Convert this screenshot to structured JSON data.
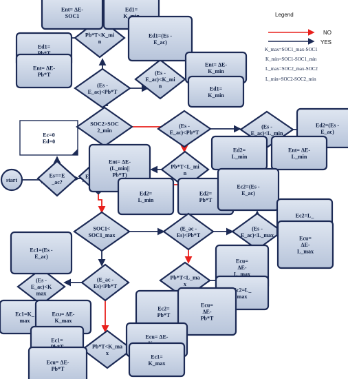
{
  "legend": {
    "title": "Legend",
    "no": "NO",
    "yes": "YES",
    "defs": [
      "K_max=SOC1_max-SOC1",
      "K_min=SOC1-SOC1_min",
      "L_max=SOC2_max-SOC2",
      "L_min=SOC2-SOC2_min"
    ]
  },
  "colors": {
    "box": "#c9d3e3",
    "stroke": "#1c2a55",
    "yes_arrow": "#1c2a55",
    "no_arrow": "#e8201c"
  },
  "nodes": [
    {
      "id": "start",
      "shape": "circle",
      "lines": [
        "start"
      ]
    },
    {
      "id": "init",
      "shape": "rect",
      "lines": [
        "Ec=0",
        "Ed=0"
      ]
    },
    {
      "id": "d_es_eq",
      "shape": "diamond",
      "lines": [
        "Es==E",
        "_ac?"
      ]
    },
    {
      "id": "d_es_gt",
      "shape": "diamond",
      "lines": [
        "Es > E_ac?"
      ]
    },
    {
      "id": "d_soc2",
      "shape": "diamond",
      "lines": [
        "SOC2>SOC",
        "2_min"
      ]
    },
    {
      "id": "d_es_k1",
      "shape": "diamond",
      "lines": [
        "(Es -",
        "E_ac)<Pb*T"
      ]
    },
    {
      "id": "d_pb_kmin",
      "shape": "diamond",
      "lines": [
        "Pb*T<K_mi",
        "n"
      ]
    },
    {
      "id": "r_ent_soc1",
      "shape": "rect",
      "lines": [
        "Ent= ΔE-",
        "SOC1"
      ]
    },
    {
      "id": "r_ed1_kmin_top",
      "shape": "rect",
      "lines": [
        "Ed1=",
        "K_min"
      ]
    },
    {
      "id": "r_ed1_pb",
      "shape": "rect",
      "lines": [
        "Ed1=",
        "Pb*T"
      ]
    },
    {
      "id": "r_ent_pb",
      "shape": "rect",
      "lines": [
        "Ent= ΔE-",
        "Pb*T"
      ]
    },
    {
      "id": "d_es_kmin",
      "shape": "diamond",
      "lines": [
        "(Es -",
        "E_ac)<K_mi",
        "n"
      ]
    },
    {
      "id": "r_ed1_esac",
      "shape": "rect",
      "lines": [
        "Ed1=(Es -",
        "E_ac)"
      ]
    },
    {
      "id": "r_ent_kmin",
      "shape": "rect",
      "lines": [
        "Ent= ΔE-",
        "K_min"
      ]
    },
    {
      "id": "r_ed1_kmin",
      "shape": "rect",
      "lines": [
        "Ed1=",
        "K_min"
      ]
    },
    {
      "id": "d_es_pb2",
      "shape": "diamond",
      "lines": [
        "(Es -",
        "E_ac)<Pb*T"
      ]
    },
    {
      "id": "d_es_lmin",
      "shape": "diamond",
      "lines": [
        "(Es -",
        "E_ac)<L_min"
      ]
    },
    {
      "id": "r_ed2_esac",
      "shape": "rect",
      "lines": [
        "Ed2=(Es -",
        "E_ac)"
      ]
    },
    {
      "id": "r_ed2_lmin_a",
      "shape": "rect",
      "lines": [
        "Ed2=",
        "L_min"
      ]
    },
    {
      "id": "r_ent_lmin",
      "shape": "rect",
      "lines": [
        "Ent= ΔE-",
        "L_min"
      ]
    },
    {
      "id": "d_pb_lmin",
      "shape": "diamond",
      "lines": [
        "Pb*T<L_mi",
        "n"
      ]
    },
    {
      "id": "r_ent_lminpb",
      "shape": "rect",
      "lines": [
        "Ent= ΔE-",
        "(L_min||",
        "Pb*T)"
      ]
    },
    {
      "id": "r_ed2_lmin_b",
      "shape": "rect",
      "lines": [
        "Ed2=",
        "L_min"
      ]
    },
    {
      "id": "r_ed2_pb",
      "shape": "rect",
      "lines": [
        "Ed2=",
        "Pb*T"
      ]
    },
    {
      "id": "d_soc1",
      "shape": "diamond",
      "lines": [
        "SOC1<",
        "SOC1_max"
      ]
    },
    {
      "id": "d_eac_pb",
      "shape": "diamond",
      "lines": [
        "(E_ac -",
        "Es)<Pb*T"
      ]
    },
    {
      "id": "d_es_lmax",
      "shape": "diamond",
      "lines": [
        "(Es -",
        "E_ac)<L_max"
      ]
    },
    {
      "id": "r_ec2_esac",
      "shape": "rect",
      "lines": [
        "Ec2=(Es -",
        "E_ac)"
      ]
    },
    {
      "id": "r_ec2_lmax_a",
      "shape": "rect",
      "lines": [
        "Ec2=L_",
        "max"
      ]
    },
    {
      "id": "r_ecu_lmax",
      "shape": "rect",
      "lines": [
        "Ecu=",
        "ΔE-",
        "L_max"
      ]
    },
    {
      "id": "d_pb_lmax",
      "shape": "diamond",
      "lines": [
        "Pb*T<L_ma",
        "x"
      ]
    },
    {
      "id": "r_ecu_lmax2",
      "shape": "rect",
      "lines": [
        "Ecu=",
        "ΔE-",
        "L_max"
      ]
    },
    {
      "id": "r_ec2_lmax_b",
      "shape": "rect",
      "lines": [
        "Ec2=L_",
        "max"
      ]
    },
    {
      "id": "r_ec2_pb",
      "shape": "rect",
      "lines": [
        "Ec2=",
        "Pb*T"
      ]
    },
    {
      "id": "r_ecu_pb",
      "shape": "rect",
      "lines": [
        "Ecu=",
        "ΔE-",
        "Pb*T"
      ]
    },
    {
      "id": "d_eac_pb2",
      "shape": "diamond",
      "lines": [
        "(E_ac -",
        "Es)<Pb*T"
      ]
    },
    {
      "id": "d_es_kmax",
      "shape": "diamond",
      "lines": [
        "(Es -",
        "E_ac)<K",
        "max"
      ]
    },
    {
      "id": "r_ec1_esac",
      "shape": "rect",
      "lines": [
        "Ec1=(Es -",
        "E_ac)"
      ]
    },
    {
      "id": "r_ec1_kmax",
      "shape": "rect",
      "lines": [
        "Ec1=K_",
        "max"
      ]
    },
    {
      "id": "r_ecu_kmax",
      "shape": "rect",
      "lines": [
        "Ecu= ΔE-",
        "K_max"
      ]
    },
    {
      "id": "d_pb_kmax",
      "shape": "diamond",
      "lines": [
        "Pb*T<K_ma",
        "x"
      ]
    },
    {
      "id": "r_ec1_pb",
      "shape": "rect",
      "lines": [
        "Ec1=",
        "Pb*T"
      ]
    },
    {
      "id": "r_ecu_pb2",
      "shape": "rect",
      "lines": [
        "Ecu= ΔE-",
        "Pb*T"
      ]
    },
    {
      "id": "r_ecu_kmax2",
      "shape": "rect",
      "lines": [
        "Ecu= ΔE-",
        "K_max"
      ]
    },
    {
      "id": "r_ec1_kmax2",
      "shape": "rect",
      "lines": [
        "Ec1=",
        "K_max"
      ]
    }
  ]
}
